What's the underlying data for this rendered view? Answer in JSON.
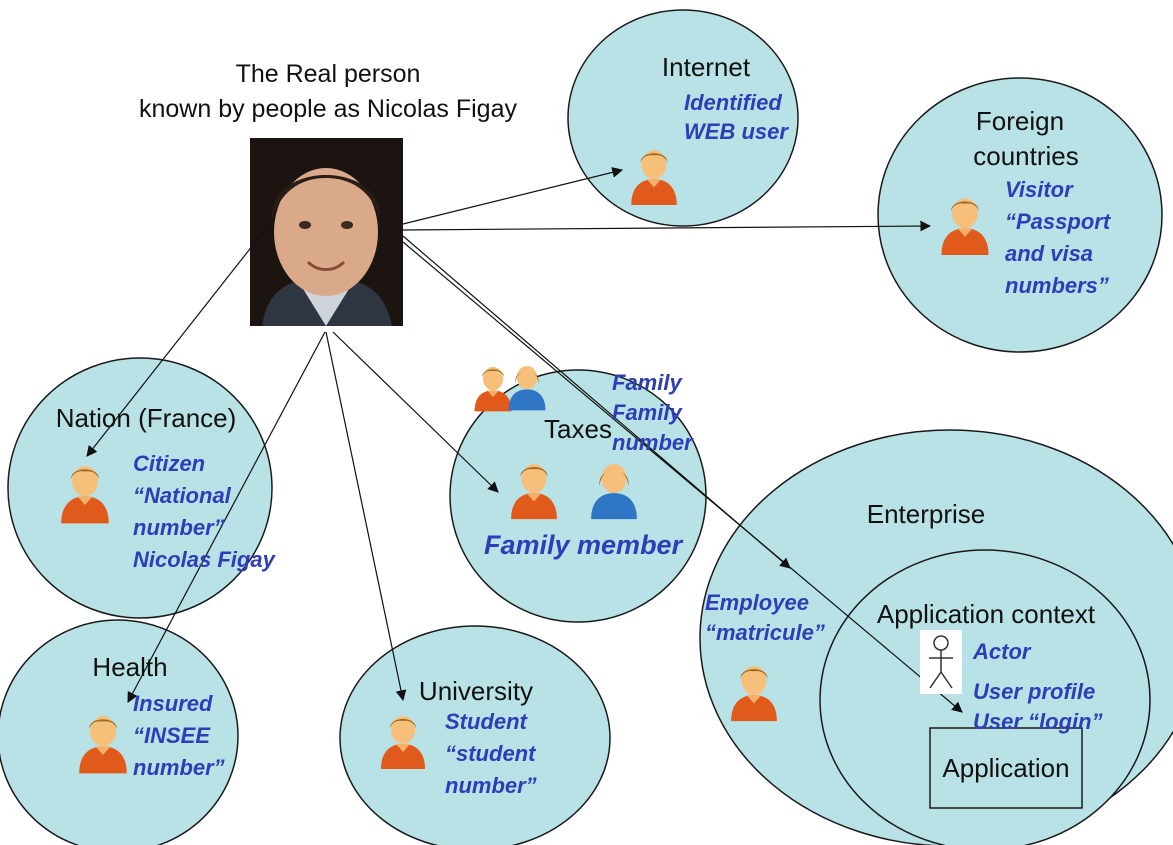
{
  "colors": {
    "circle_fill": "#b9e2e6",
    "circle_stroke": "#1a1a1a",
    "role_text": "#2e3db8",
    "person_orange": "#e05a1c",
    "person_blue": "#2f77c4",
    "skin": "#f6c07a",
    "hair": "#9a6a26"
  },
  "header": {
    "line1": "The Real person",
    "line2": "known by people as Nicolas Figay"
  },
  "photo": {
    "icon": "portrait-photo"
  },
  "internet": {
    "title": "Internet",
    "role1": "Identified",
    "role2": "WEB user"
  },
  "foreign": {
    "title1": "Foreign",
    "title2": "countries",
    "r1": "Visitor",
    "r2": "“Passport",
    "r3": "and visa",
    "r4": "numbers”"
  },
  "nation": {
    "title": "Nation (France)",
    "r1": "Citizen",
    "r2": "“National",
    "r3": "number”",
    "r4": "Nicolas Figay"
  },
  "taxes": {
    "title": "Taxes",
    "r1": "Family",
    "r2": "Family",
    "r3": "number",
    "member": "Family member"
  },
  "enterprise": {
    "title": "Enterprise",
    "r1": "Employee",
    "r2": "“matricule”"
  },
  "appctx": {
    "title": "Application context",
    "actor": "Actor",
    "profile": "User profile",
    "login": "User “login”",
    "app": "Application"
  },
  "health": {
    "title": "Health",
    "r1": "Insured",
    "r2": "“INSEE",
    "r3": "number”"
  },
  "university": {
    "title": "University",
    "r1": "Student",
    "r2": "“student",
    "r3": "number”"
  }
}
